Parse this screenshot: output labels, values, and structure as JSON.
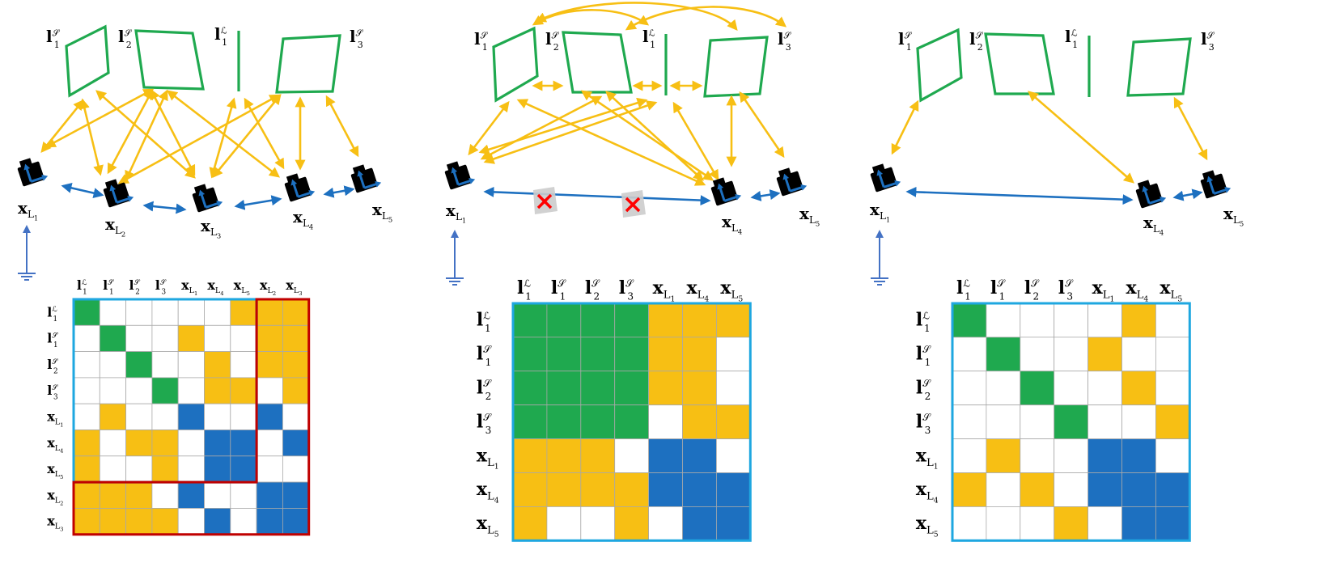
{
  "labels": {
    "l1S": {
      "main": "l",
      "sub": "1",
      "sup": "𝒮"
    },
    "l2S": {
      "main": "l",
      "sub": "2",
      "sup": "𝒮"
    },
    "l3S": {
      "main": "l",
      "sub": "3",
      "sup": "𝒮"
    },
    "l1L": {
      "main": "l",
      "sub": "1",
      "sup": "ℒ"
    },
    "xL1": {
      "main": "x",
      "sub": "L",
      "subsub": "1"
    },
    "xL2": {
      "main": "x",
      "sub": "L",
      "subsub": "2"
    },
    "xL3": {
      "main": "x",
      "sub": "L",
      "subsub": "3"
    },
    "xL4": {
      "main": "x",
      "sub": "L",
      "subsub": "4"
    },
    "xL5": {
      "main": "x",
      "sub": "L",
      "subsub": "5"
    }
  },
  "colors": {
    "landmark_green": "#1fa94f",
    "edge_yellow": "#f7bf14",
    "pose_blue": "#1d70c0",
    "matrix_frame": "#1ea7e0",
    "cross_frame": "#c00000",
    "removed_cross": "#ff0000",
    "grid_line": "#a9a9a9"
  },
  "panels": [
    {
      "id": "original",
      "removed_edges": false,
      "matrix": {
        "rows": [
          "l1L",
          "l1S",
          "l2S",
          "l3S",
          "xL1",
          "xL4",
          "xL5",
          "xL2",
          "xL3"
        ],
        "cols": [
          "l1L",
          "l1S",
          "l2S",
          "l3S",
          "xL1",
          "xL4",
          "xL5",
          "xL2",
          "xL3"
        ],
        "cells": [
          "G00000YYYY",
          "0G00Y00YY",
          "00G00Y0YY",
          "000G0YY0Y",
          "0Y00B00B0",
          "Y0YY0BB0B",
          "Y00Y0BB00",
          "YYY0B00BB",
          "YYYY0B0BB"
        ],
        "frames": [
          "blue-7x7",
          "red-cross"
        ]
      }
    },
    {
      "id": "dense",
      "removed_edges": true,
      "matrix": {
        "rows": [
          "l1L",
          "l1S",
          "l2S",
          "l3S",
          "xL1",
          "xL4",
          "xL5"
        ],
        "cols": [
          "l1L",
          "l1S",
          "l2S",
          "l3S",
          "xL1",
          "xL4",
          "xL5"
        ],
        "cells": [
          "GGGGYYY",
          "GGGGYY0",
          "GGGGYY0",
          "GGGG0YY",
          "YYY0BB0",
          "YYYYBBB",
          "Y00Y0BB"
        ]
      }
    },
    {
      "id": "sparse",
      "removed_edges": false,
      "matrix": {
        "rows": [
          "l1L",
          "l1S",
          "l2S",
          "l3S",
          "xL1",
          "xL4",
          "xL5"
        ],
        "cols": [
          "l1L",
          "l1S",
          "l2S",
          "l3S",
          "xL1",
          "xL4",
          "xL5"
        ],
        "cells": [
          "G0000Y0",
          "0G00Y00",
          "00G00Y0",
          "000G00Y",
          "0Y00BB0",
          "Y0Y0BBB",
          "000Y0BB"
        ]
      }
    }
  ]
}
